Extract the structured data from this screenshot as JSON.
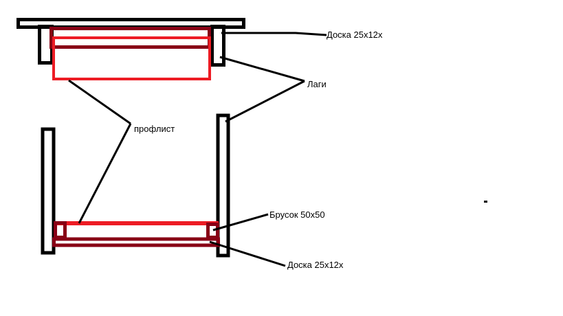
{
  "labels": {
    "top_board": "Доска 25х12х",
    "joists": "Лаги",
    "profiled_sheet": "профлист",
    "beam": "Брусок 50х50",
    "bottom_board": "Доска 25х12х"
  },
  "colors": {
    "black": "#000000",
    "red": "#ed1c24",
    "dark_red": "#880015"
  }
}
